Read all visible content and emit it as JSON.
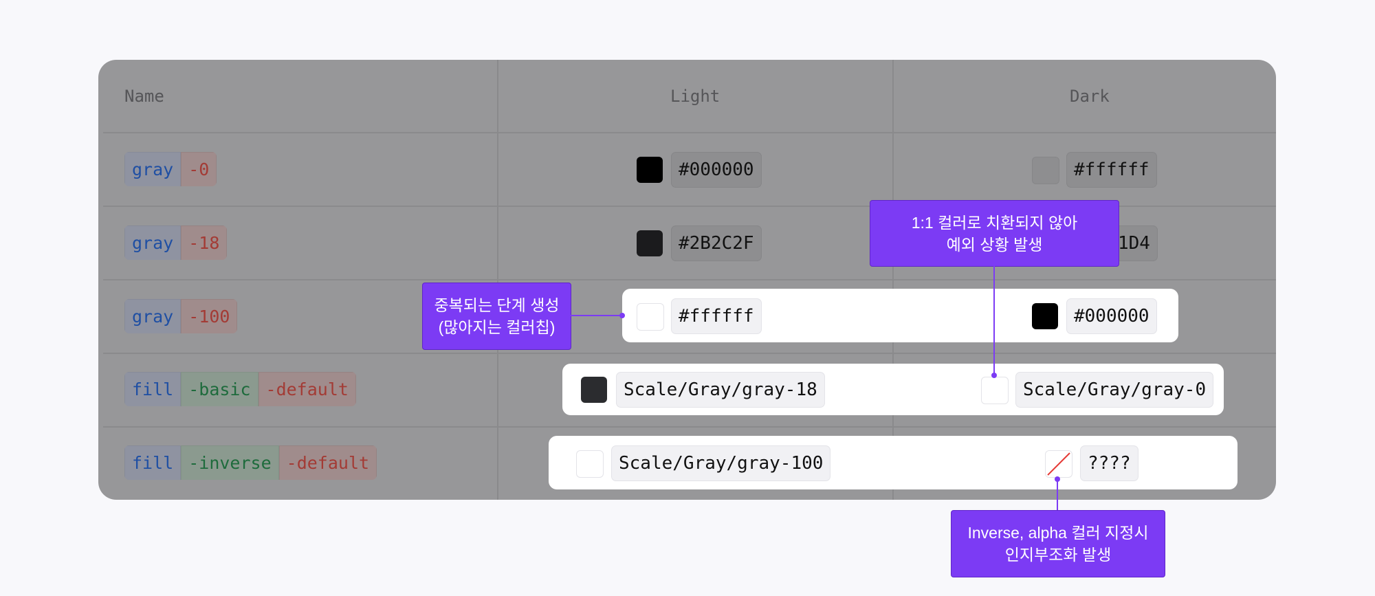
{
  "table": {
    "headers": {
      "name": "Name",
      "light": "Light",
      "dark": "Dark"
    },
    "rows": [
      {
        "name_parts": [
          "gray",
          "-0"
        ],
        "light_hex": "#000000",
        "dark_hex": "#ffffff"
      },
      {
        "name_parts": [
          "gray",
          "-18"
        ],
        "light_hex": "#2B2C2F",
        "dark_hex_visible": "1D4"
      },
      {
        "name_parts": [
          "gray",
          "-100"
        ],
        "light_hex": "#ffffff",
        "dark_hex": "#000000"
      },
      {
        "name_parts": [
          "fill",
          "-basic",
          "-default"
        ],
        "light_token": "Scale/Gray/gray-18",
        "dark_token": "Scale/Gray/gray-0"
      },
      {
        "name_parts": [
          "fill",
          "-inverse",
          "-default"
        ],
        "light_token": "Scale/Gray/gray-100",
        "dark_token": "????"
      }
    ]
  },
  "callouts": {
    "duplicate": [
      "중복되는 단계 생성",
      "(많아지는 컬러칩)"
    ],
    "one_to_one": [
      "1:1 컬러로 치환되지 않아",
      "예외 상황 발생"
    ],
    "inverse_alpha": [
      "Inverse, alpha 컬러 지정시",
      "인지부조화 발생"
    ]
  },
  "colors": {
    "overlay": "#979799",
    "callout": "#7c3bf4",
    "swatch_black": "#000000",
    "swatch_dark_gray": "#2B2C2F",
    "swatch_white": "#ffffff",
    "invalid_slash": "#e53935"
  }
}
